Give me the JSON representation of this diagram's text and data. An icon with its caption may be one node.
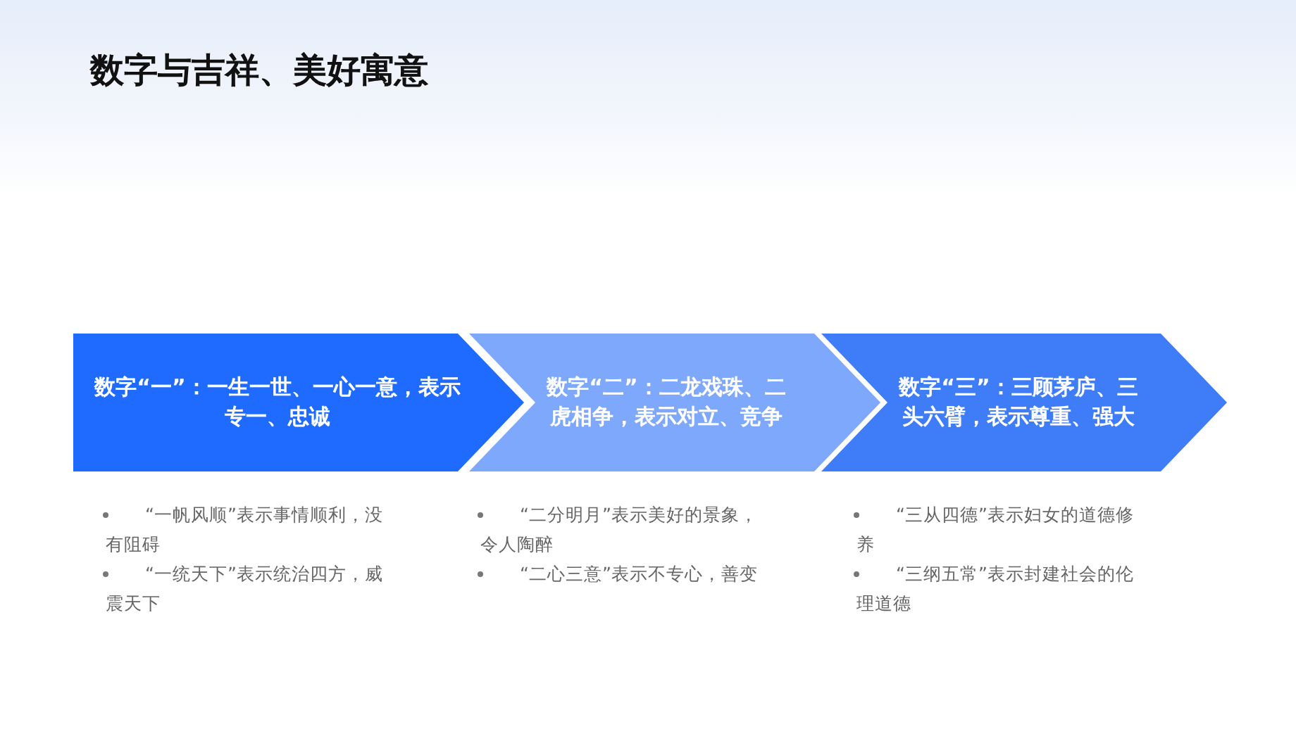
{
  "diagram": {
    "title": "数字与吉祥、美好寓意",
    "nodes": [
      {
        "text": [
          "数字“一”：一生一世、一心一意，表示专一、忠诚"
        ],
        "beside": [
          "“一帆风顺”表示事情顺利，没有阻碍",
          "“一统天下”表示统治四方，威震天下"
        ]
      },
      {
        "text": [
          "数字“二”：二龙戏珠、二虎相争，表示对立、竞争"
        ],
        "beside": [
          "“二分明月”表示美好的景象，令人陶醉",
          "“二心三意”表示不专心，善变"
        ]
      },
      {
        "text": [
          "数字“三”：三顾茅庐、三头六臂，表示尊重、强大"
        ],
        "beside": [
          "“三从四德”表示妇女的道德修养",
          "“三纲五常”表示封建社会的伦理道德"
        ]
      }
    ]
  }
}
